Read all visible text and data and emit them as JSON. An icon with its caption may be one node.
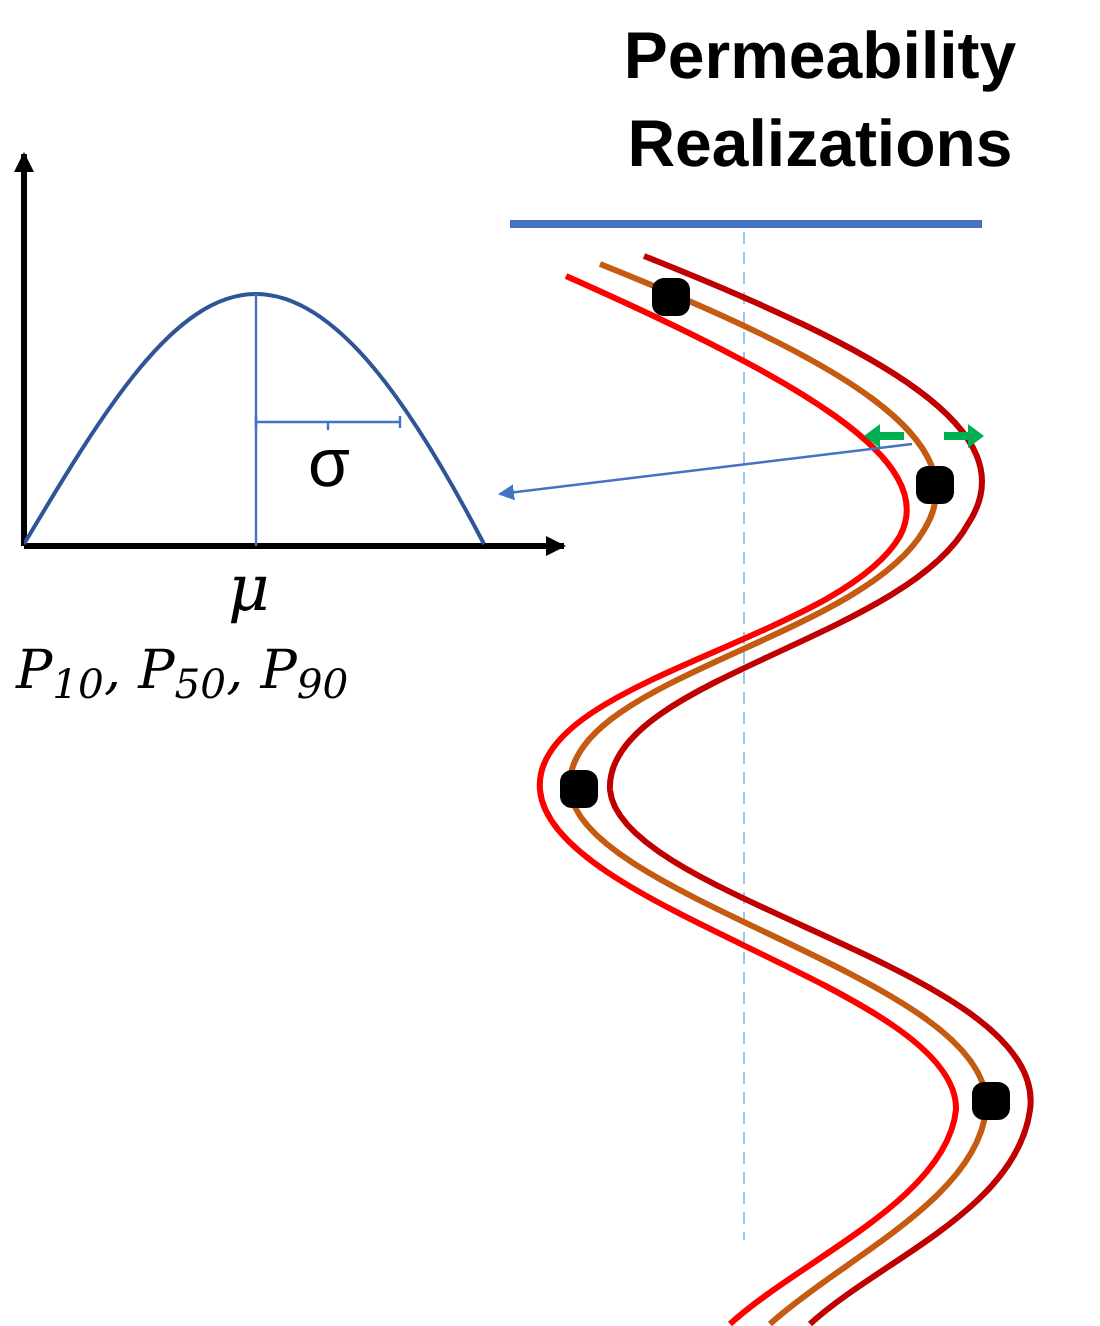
{
  "diagram": {
    "title": "Permeability Realizations",
    "nodes": [
      {
        "text": [
          "σ"
        ]
      },
      {
        "text": [],
        "shape": "arrow"
      }
    ],
    "edges": [
      {
        "from": 1,
        "to": 0,
        "arrow": "to"
      }
    ],
    "labels": [
      "μ",
      "P$_{10}$, P$_{50}$, P$_{90}$"
    ]
  }
}
